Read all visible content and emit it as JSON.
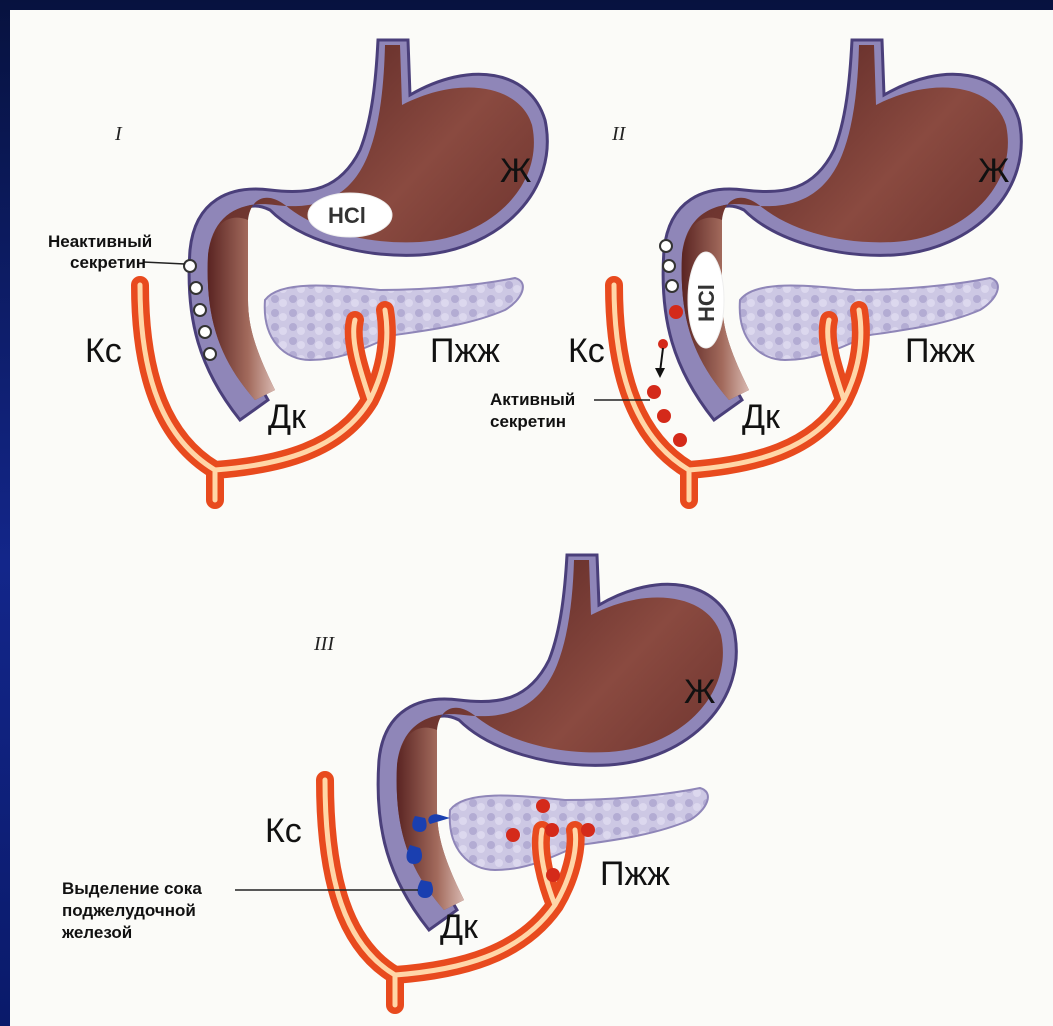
{
  "panels": [
    {
      "roman": "I",
      "stomach": "Ж",
      "acid": "HCl",
      "pancreas": "Пжж",
      "duodenum": "Дк",
      "vessel": "Кс",
      "note_line1": "Неактивный",
      "note_line2": "секретин"
    },
    {
      "roman": "II",
      "stomach": "Ж",
      "acid": "HCl",
      "pancreas": "Пжж",
      "duodenum": "Дк",
      "vessel": "Кс",
      "note_line1": "Активный",
      "note_line2": "секретин"
    },
    {
      "roman": "III",
      "stomach": "Ж",
      "pancreas": "Пжж",
      "duodenum": "Дк",
      "vessel": "Кс",
      "note_line1": "Выделение сока",
      "note_line2": "поджелудочной",
      "note_line3": "железой"
    }
  ],
  "colors": {
    "frame": "#0b1a5e",
    "stomach_wall": "#8f86b8",
    "stomach_inner": "#6b2e2b",
    "pancreas": "#c9c4e0",
    "vessel": "#e84a1e",
    "secretin_active": "#d42a1a",
    "juice": "#1a3fb0"
  }
}
